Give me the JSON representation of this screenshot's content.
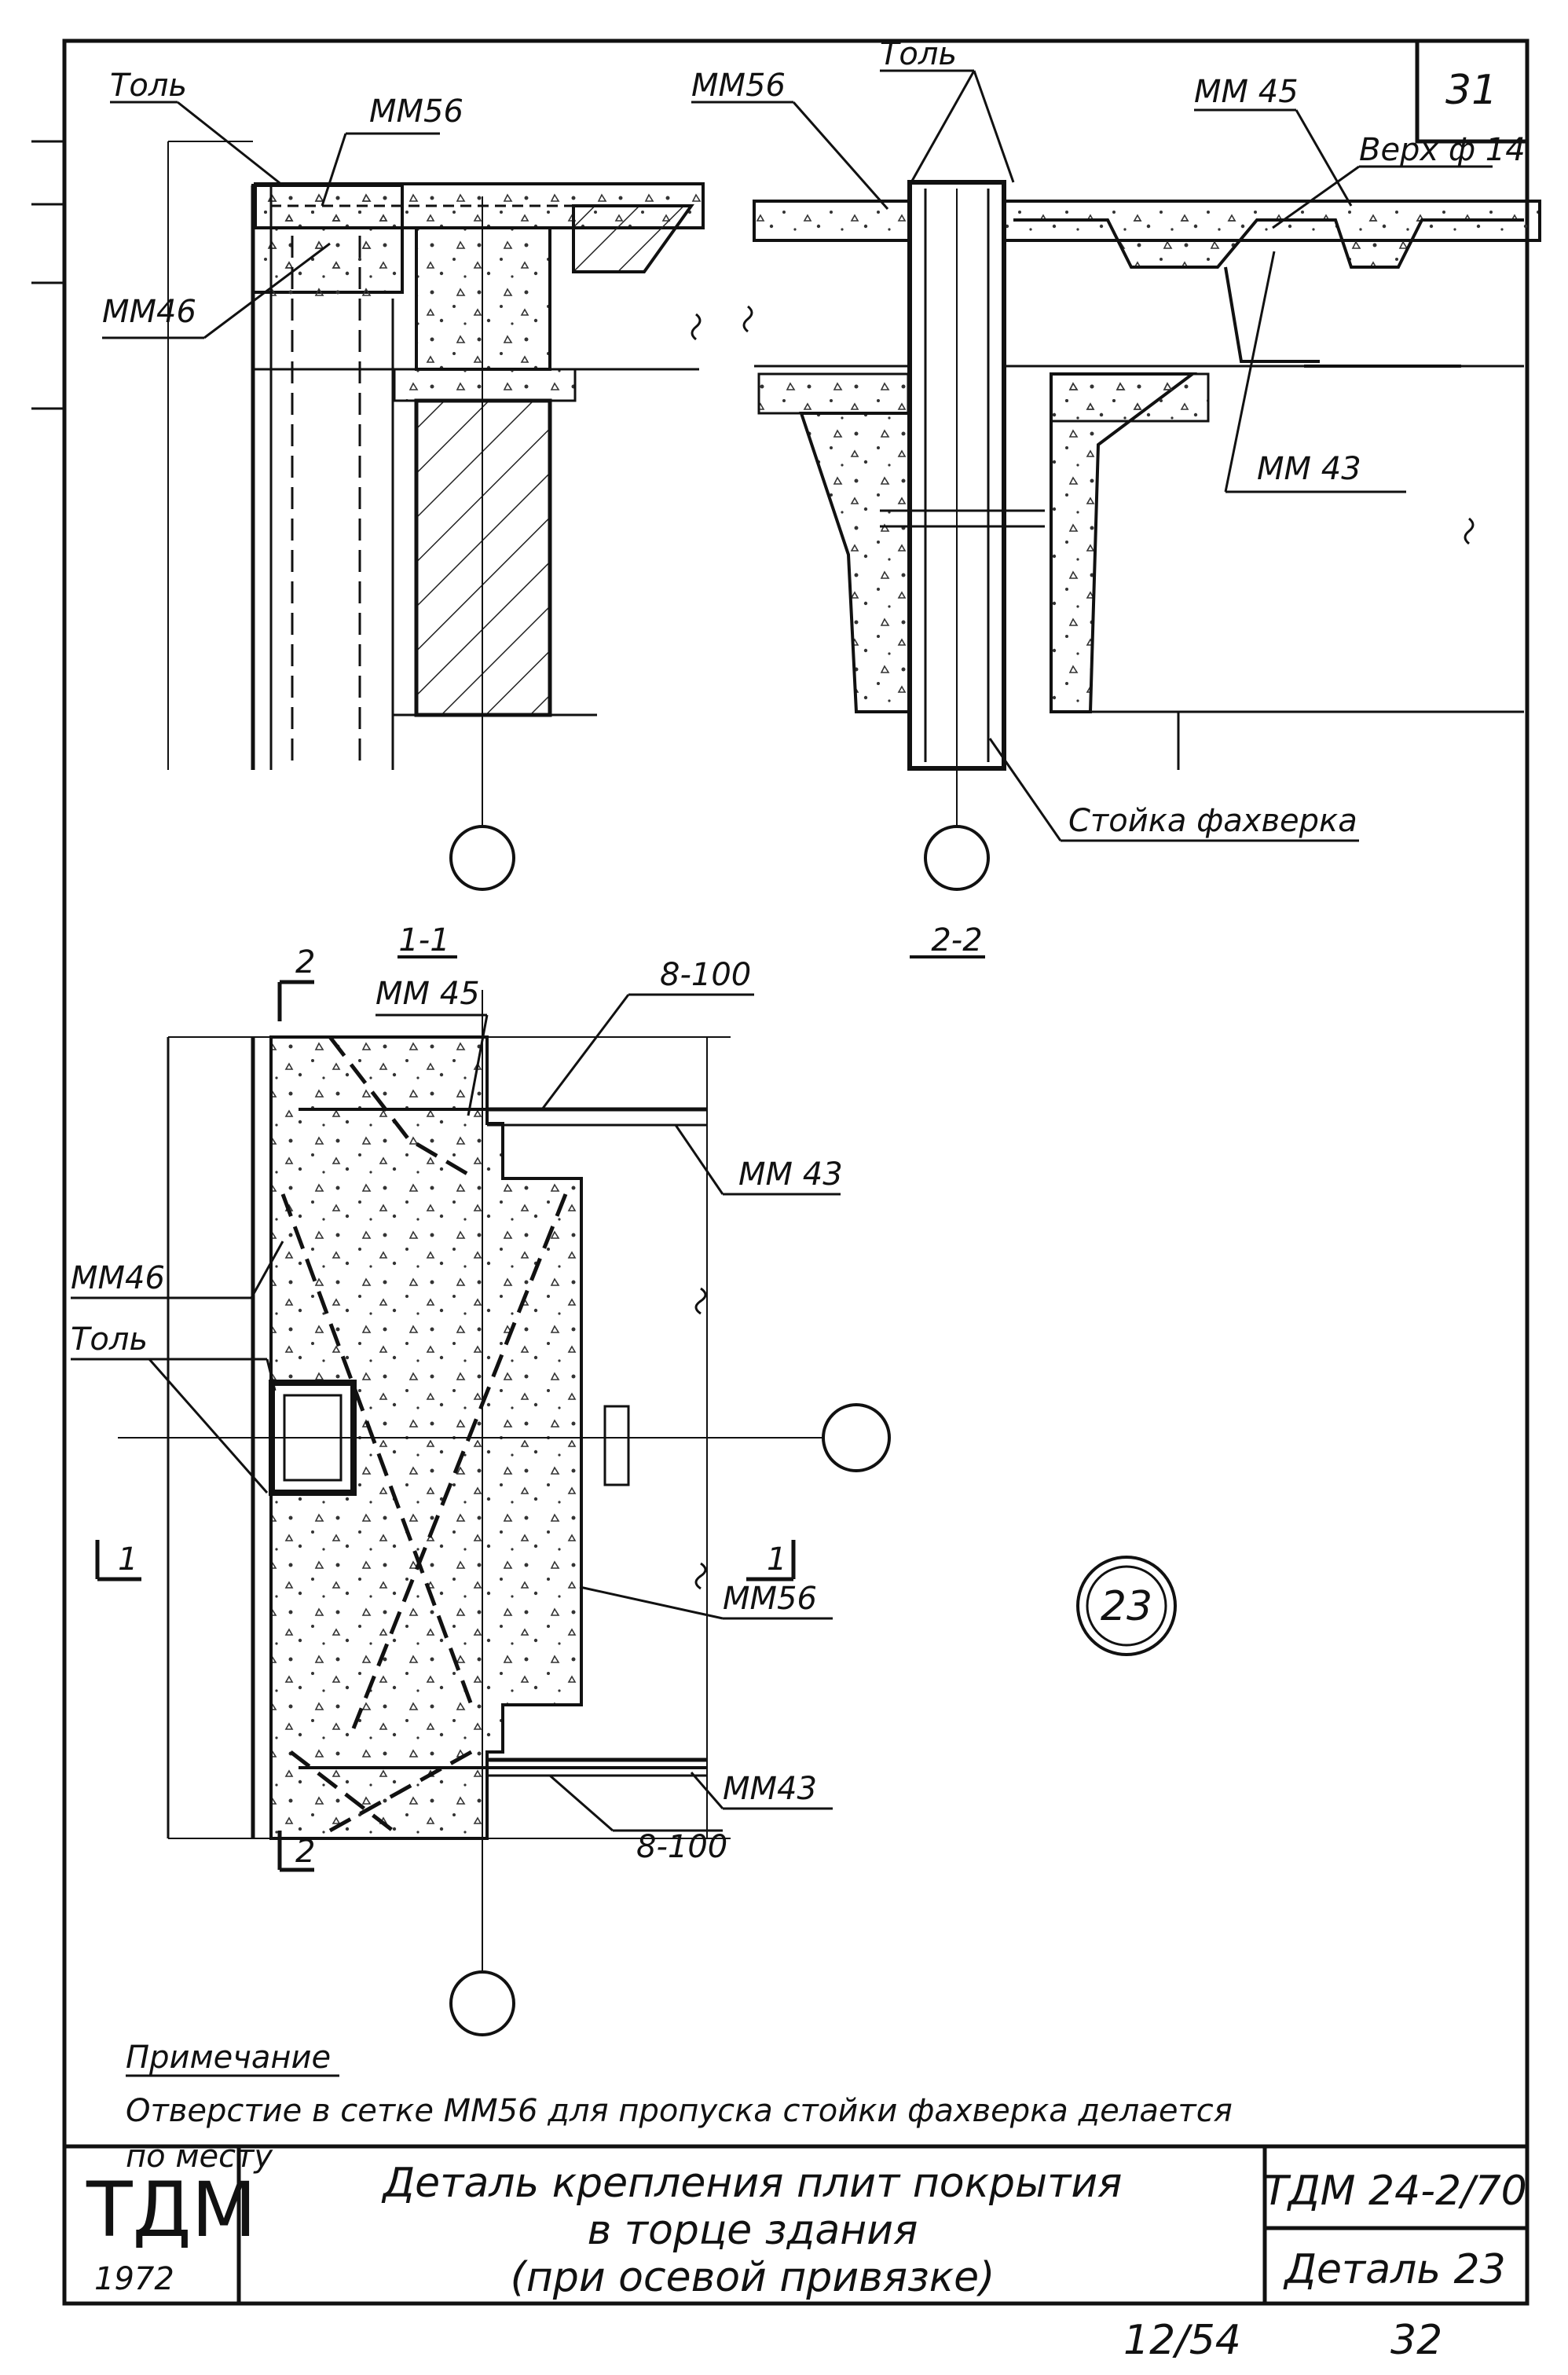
{
  "sheet": {
    "number": "31",
    "bottom_left_code": "12/54",
    "bottom_right_page": "32"
  },
  "top": {
    "section1": {
      "label": "1-1"
    },
    "section2": {
      "label": "2-2"
    },
    "callouts": {
      "tol_left": "Толь",
      "mm56_left": "ММ56",
      "mm46_left": "ММ46",
      "mm56_mid": "ММ56",
      "tol_mid": "Толь",
      "mm45": "ММ 45",
      "verkh": "Верх ф 14",
      "mm43": "ММ 43",
      "stoika": "Стойка фахверка"
    }
  },
  "plan": {
    "callouts": {
      "mm45": "ММ 45",
      "step_top": "8-100",
      "mm43_top": "ММ 43",
      "mm46": "ММ46",
      "tol": "Толь",
      "mm56": "ММ56",
      "mm43_bottom": "ММ43",
      "step_bottom": "8-100"
    },
    "section_marks": {
      "s2_top": "2",
      "s2_bottom": "2",
      "s1_left": "1",
      "s1_right": "1"
    }
  },
  "detail_mark": "23",
  "note": {
    "title": "Примечание",
    "line1": "Отверстие в сетке ММ56 для пропуска стойки фахверка делается",
    "line2": "по месту"
  },
  "title_block": {
    "logo": "ТДМ",
    "year": "1972",
    "title_line1": "Деталь крепления плит покрытия",
    "title_line2": "в торце здания",
    "title_line3": "(при осевой привязке)",
    "code": "ТДМ 24-2/70",
    "detail": "Деталь 23"
  }
}
